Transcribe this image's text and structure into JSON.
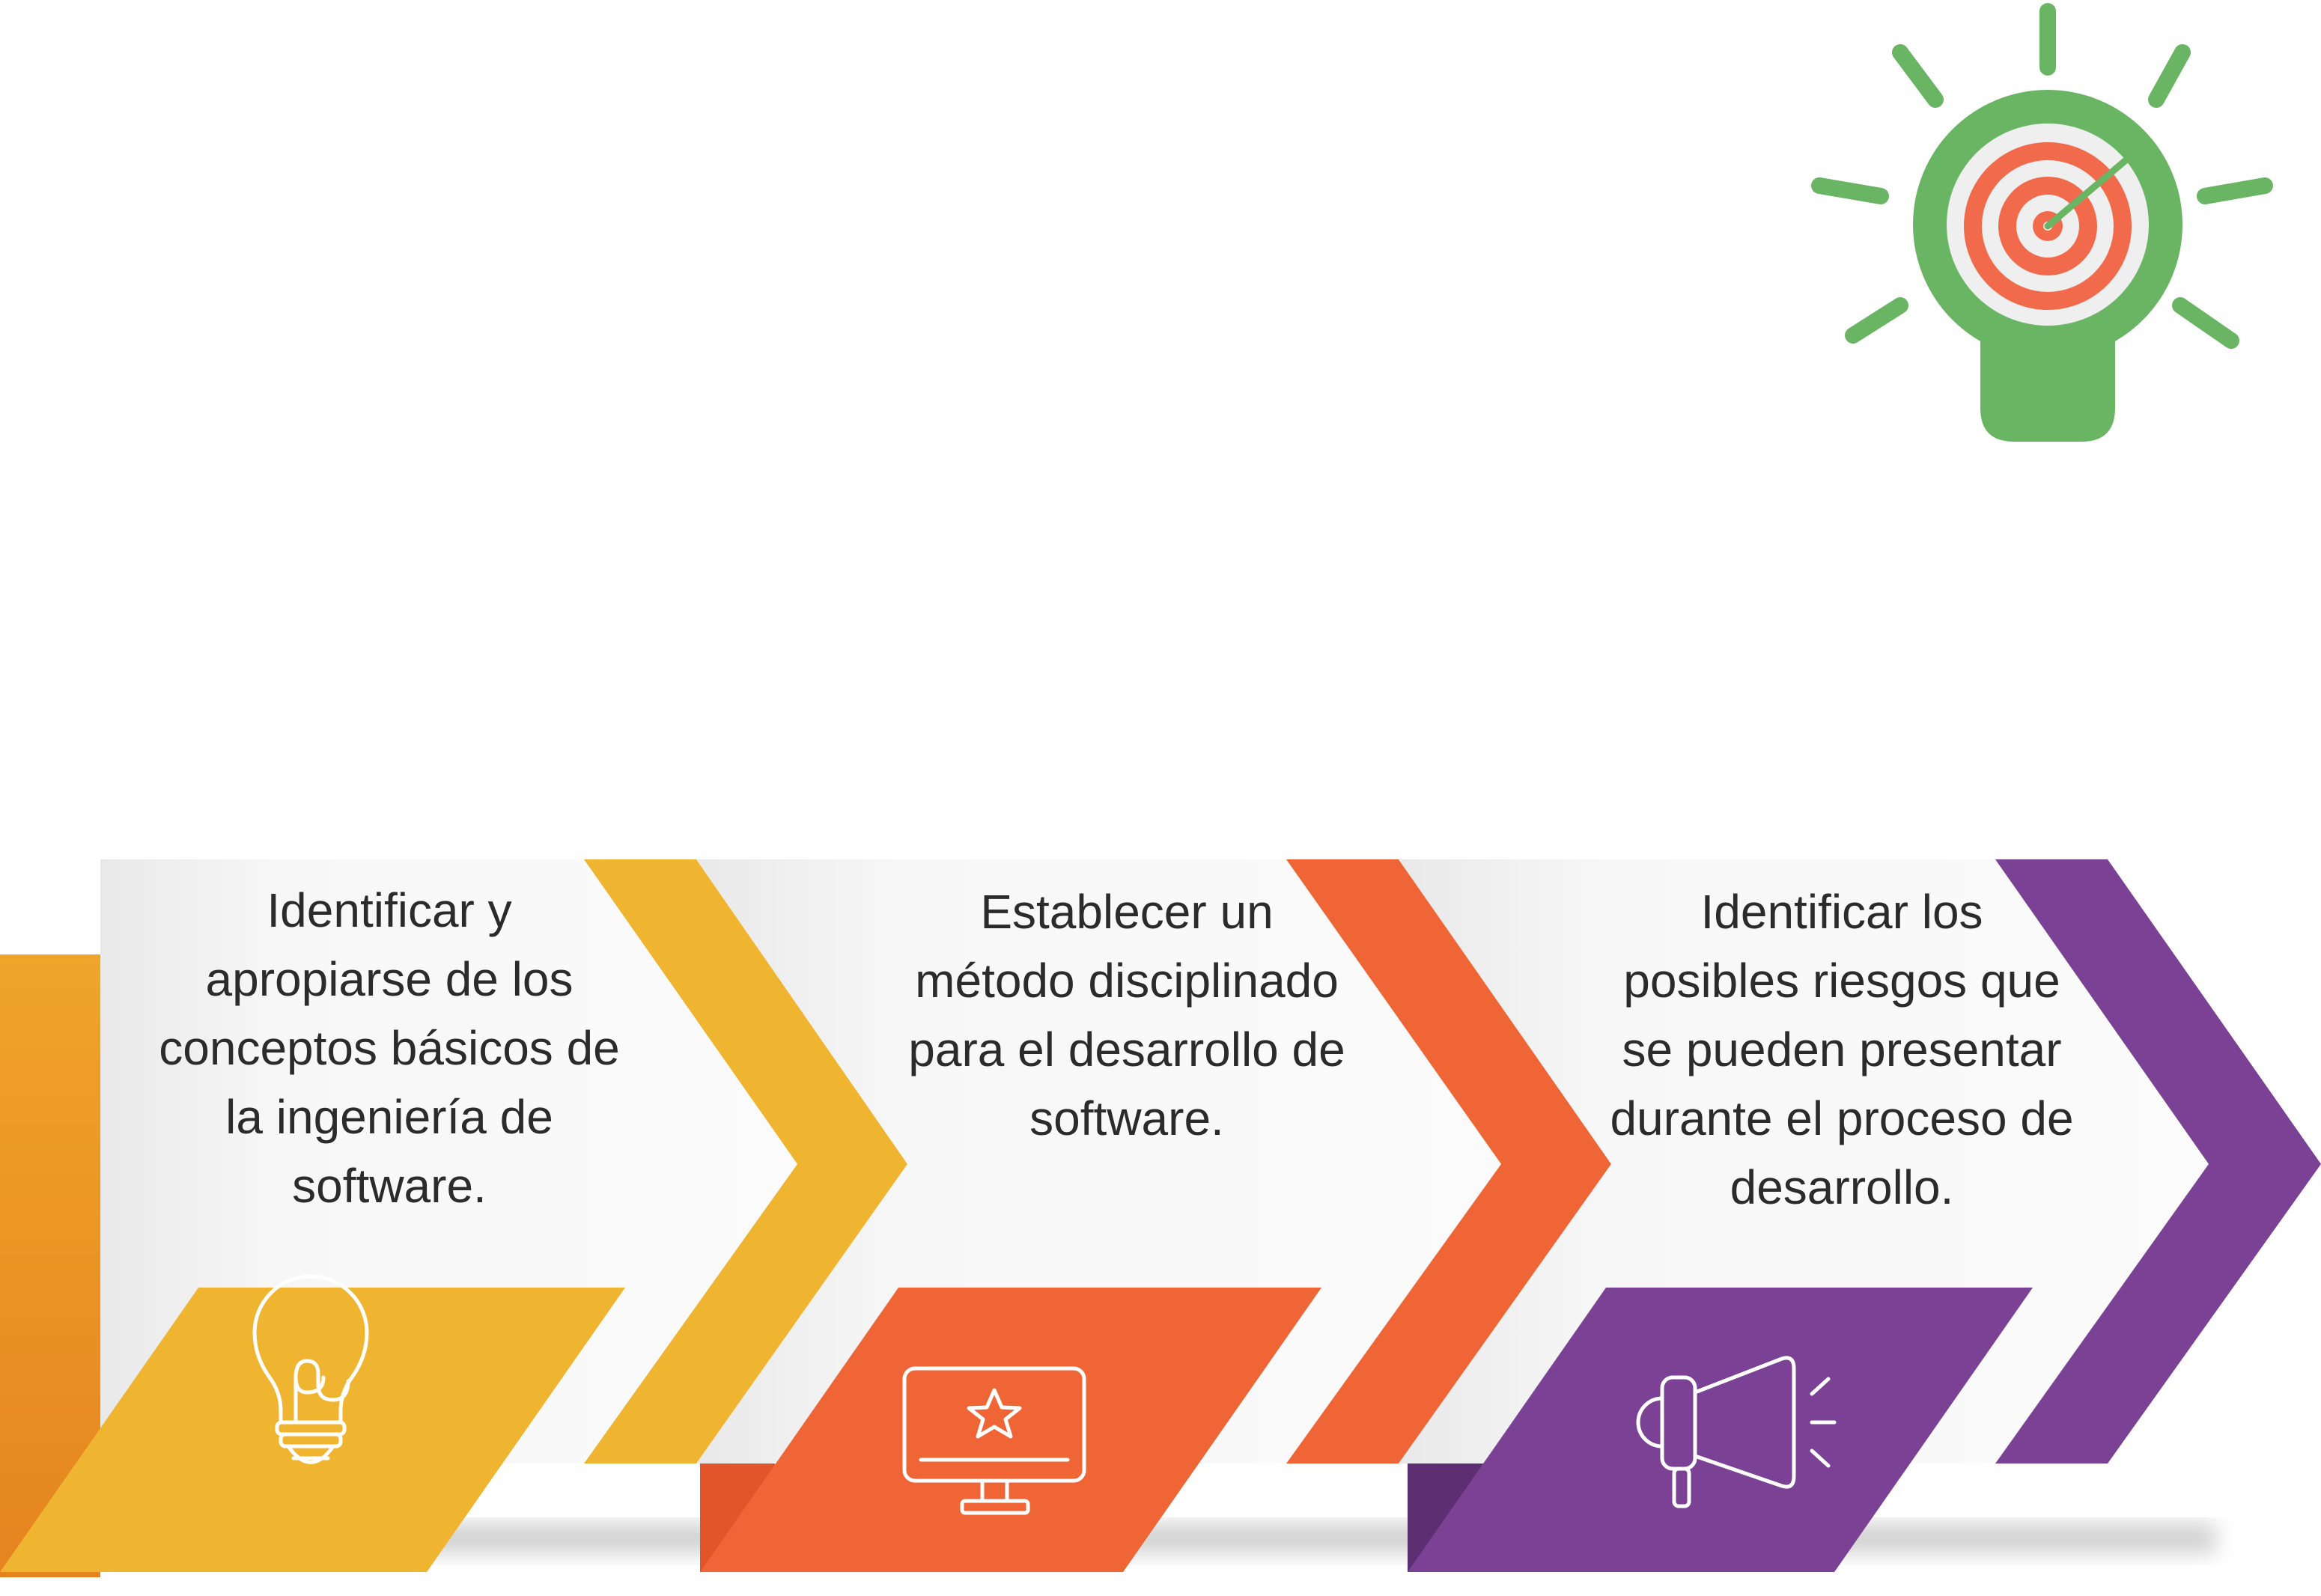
{
  "colors": {
    "yellow": "#EFB531",
    "yellow_dark": "#A8781F",
    "orange_bar": "#EA8E22",
    "orange": "#EF6536",
    "orange_dark": "#B33E1E",
    "purple": "#7A4194",
    "purple_dark": "#4E2760",
    "panel": "#F6F6F6",
    "panel_shade": "#E6E6E6",
    "bulb_green": "#6AB563",
    "target_red": "#F06A4B"
  },
  "steps": [
    {
      "text": "Identificar y\napropiarse de los\nconceptos básicos de\nla ingeniería de\nsoftware.",
      "icon": "lightbulb-icon",
      "color": "#EFB531"
    },
    {
      "text": "Establecer un\nmétodo disciplinado\npara el desarrollo de\nsoftware.",
      "icon": "monitor-star-icon",
      "color": "#EF6536"
    },
    {
      "text": "Identificar los\nposibles riesgos que\nse pueden presentar\ndurante el proceso de\ndesarrollo.",
      "icon": "megaphone-icon",
      "color": "#7A4194"
    }
  ],
  "header_icon": "lightbulb-target-icon"
}
